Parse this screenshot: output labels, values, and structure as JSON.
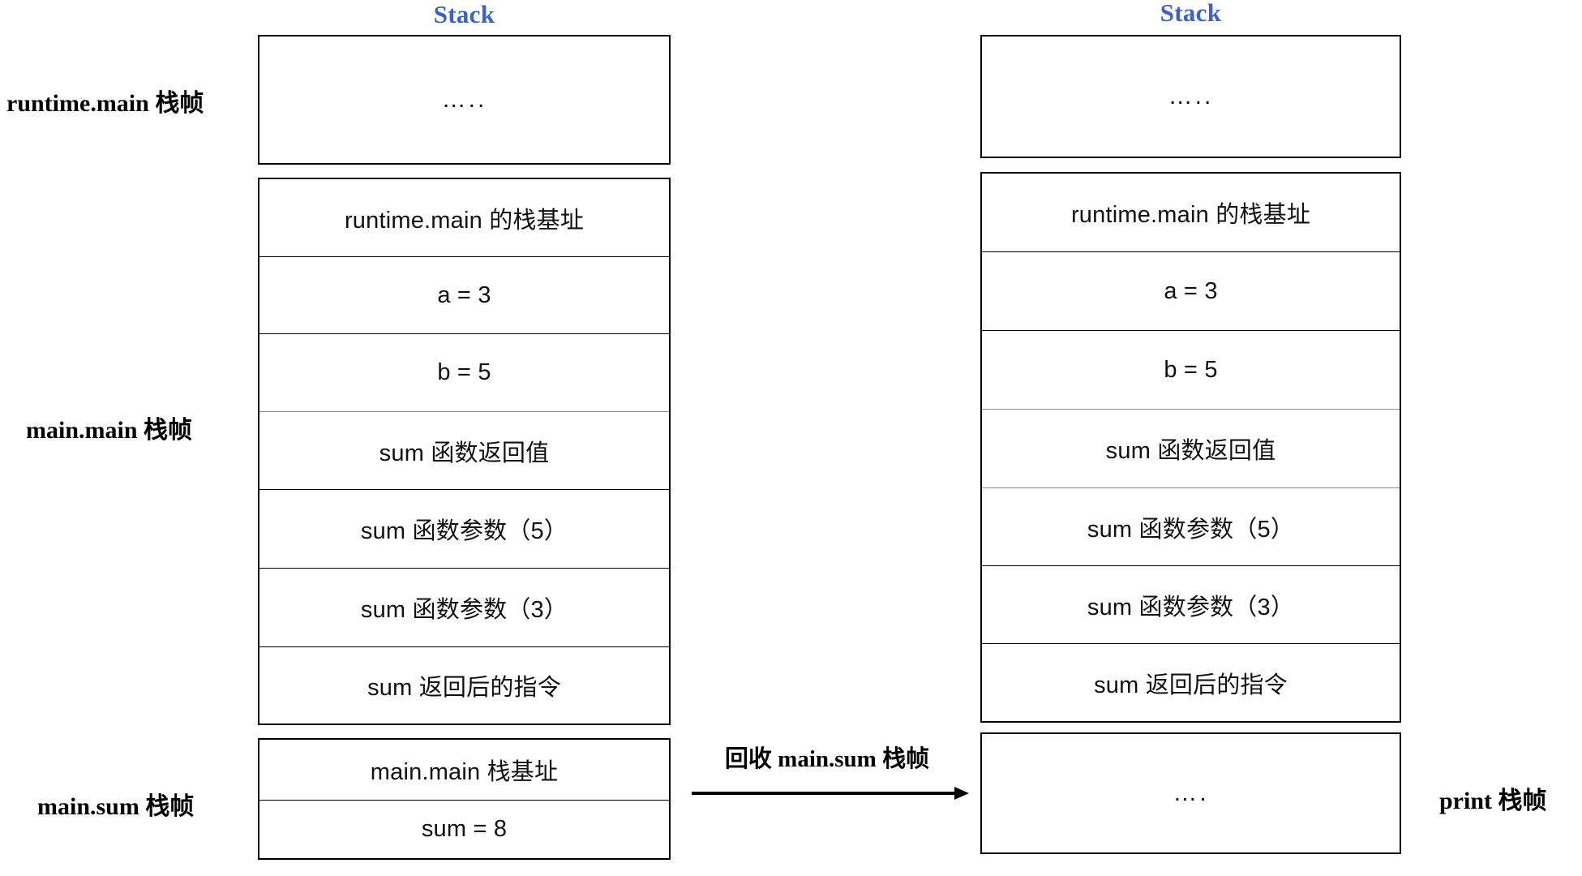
{
  "diagram": {
    "title_left": "Stack",
    "title_right": "Stack",
    "accent_color": "#3b62c4",
    "border_color": "#000000",
    "background_color": "#ffffff"
  },
  "left_column": {
    "frames": [
      {
        "label": "runtime.main 栈帧",
        "rows": [
          {
            "text": "….."
          }
        ]
      },
      {
        "label": "main.main 栈帧",
        "rows": [
          {
            "text": "runtime.main 的栈基址"
          },
          {
            "text": "a = 3"
          },
          {
            "text": "b = 5"
          },
          {
            "text": "sum 函数返回值"
          },
          {
            "text": "sum 函数参数（5）"
          },
          {
            "text": "sum 函数参数（3）"
          },
          {
            "text": "sum 返回后的指令"
          }
        ]
      },
      {
        "label": "main.sum 栈帧",
        "rows": [
          {
            "text": "main.main 栈基址"
          },
          {
            "text": "sum = 8"
          }
        ]
      }
    ]
  },
  "right_column": {
    "frames": [
      {
        "label": "",
        "rows": [
          {
            "text": "….."
          }
        ]
      },
      {
        "label": "",
        "rows": [
          {
            "text": "runtime.main 的栈基址"
          },
          {
            "text": "a = 3"
          },
          {
            "text": "b = 5"
          },
          {
            "text": "sum 函数返回值"
          },
          {
            "text": "sum 函数参数（5）"
          },
          {
            "text": "sum 函数参数（3）"
          },
          {
            "text": "sum 返回后的指令"
          }
        ]
      },
      {
        "label": "print 栈帧",
        "rows": [
          {
            "text": "…."
          }
        ]
      }
    ]
  },
  "transition": {
    "label": "回收 main.sum 栈帧",
    "arrow": "right-arrow"
  }
}
